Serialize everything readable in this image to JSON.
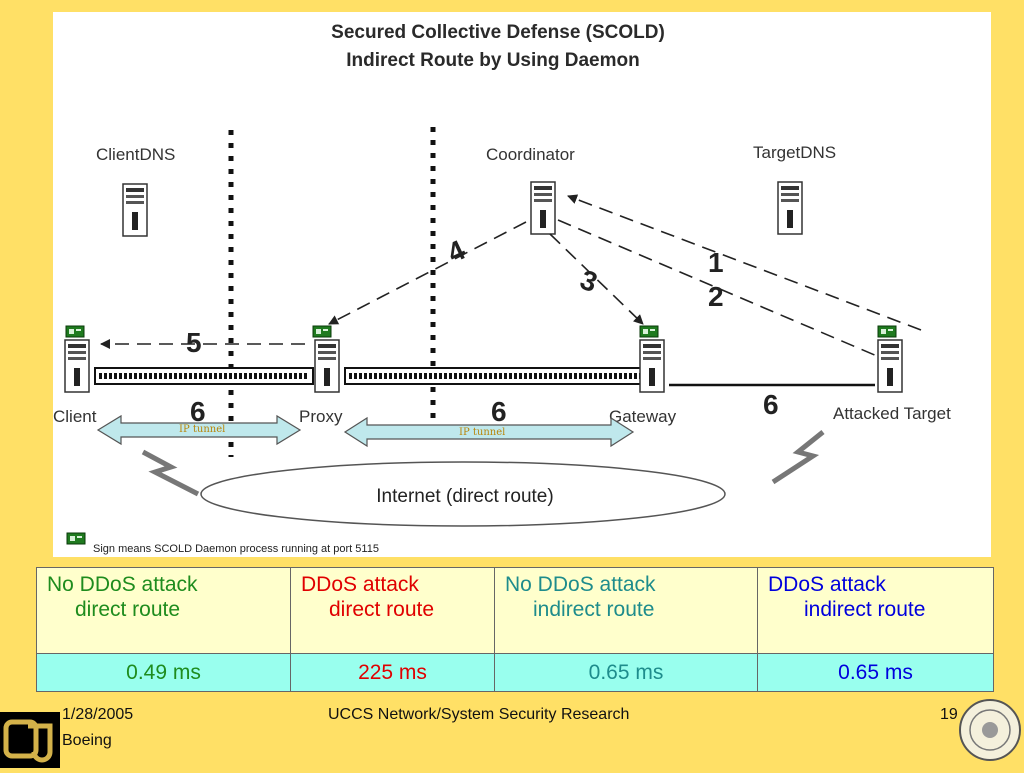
{
  "diagram": {
    "title_line1": "Secured Collective Defense (SCOLD)",
    "title_line2": "Indirect Route by Using Daemon",
    "nodes": {
      "client_dns": "ClientDNS",
      "coordinator": "Coordinator",
      "target_dns": "TargetDNS",
      "client": "Client",
      "proxy": "Proxy",
      "gateway": "Gateway",
      "attacked_target": "Attacked Target"
    },
    "steps": {
      "s1": "1",
      "s2": "2",
      "s3": "3",
      "s4": "4",
      "s5": "5",
      "s6a": "6",
      "s6b": "6",
      "s6c": "6"
    },
    "ip_tunnel_label": "IP tunnel",
    "internet_label": "Internet (direct route)",
    "legend_text": "Sign means SCOLD Daemon process running at port 5115"
  },
  "table": {
    "headers": [
      {
        "line1": "No DDoS attack",
        "line2": "direct route",
        "color": "#1E8C1E"
      },
      {
        "line1": "DDoS attack",
        "line2": "direct route",
        "color": "#E00000"
      },
      {
        "line1": "No DDoS attack",
        "line2": "indirect route",
        "color": "#1E8C8C"
      },
      {
        "line1": "DDoS attack",
        "line2": "indirect route",
        "color": "#0000DD"
      }
    ],
    "values": [
      "0.49 ms",
      "225 ms",
      "0.65 ms",
      "0.65 ms"
    ]
  },
  "footer": {
    "date": "1/28/2005",
    "org": "Boeing",
    "center": "UCCS Network/System Security Research",
    "page": "19"
  },
  "colors": {
    "background": "#FFE066",
    "table_header_bg": "#FFFFCC",
    "table_value_bg": "#99FFEE",
    "ip_tunnel_fill": "#BFE8EC"
  },
  "icons": {
    "server": "server-icon",
    "daemon": "daemon-badge-icon",
    "logo": "university-logo",
    "seal": "university-seal"
  }
}
